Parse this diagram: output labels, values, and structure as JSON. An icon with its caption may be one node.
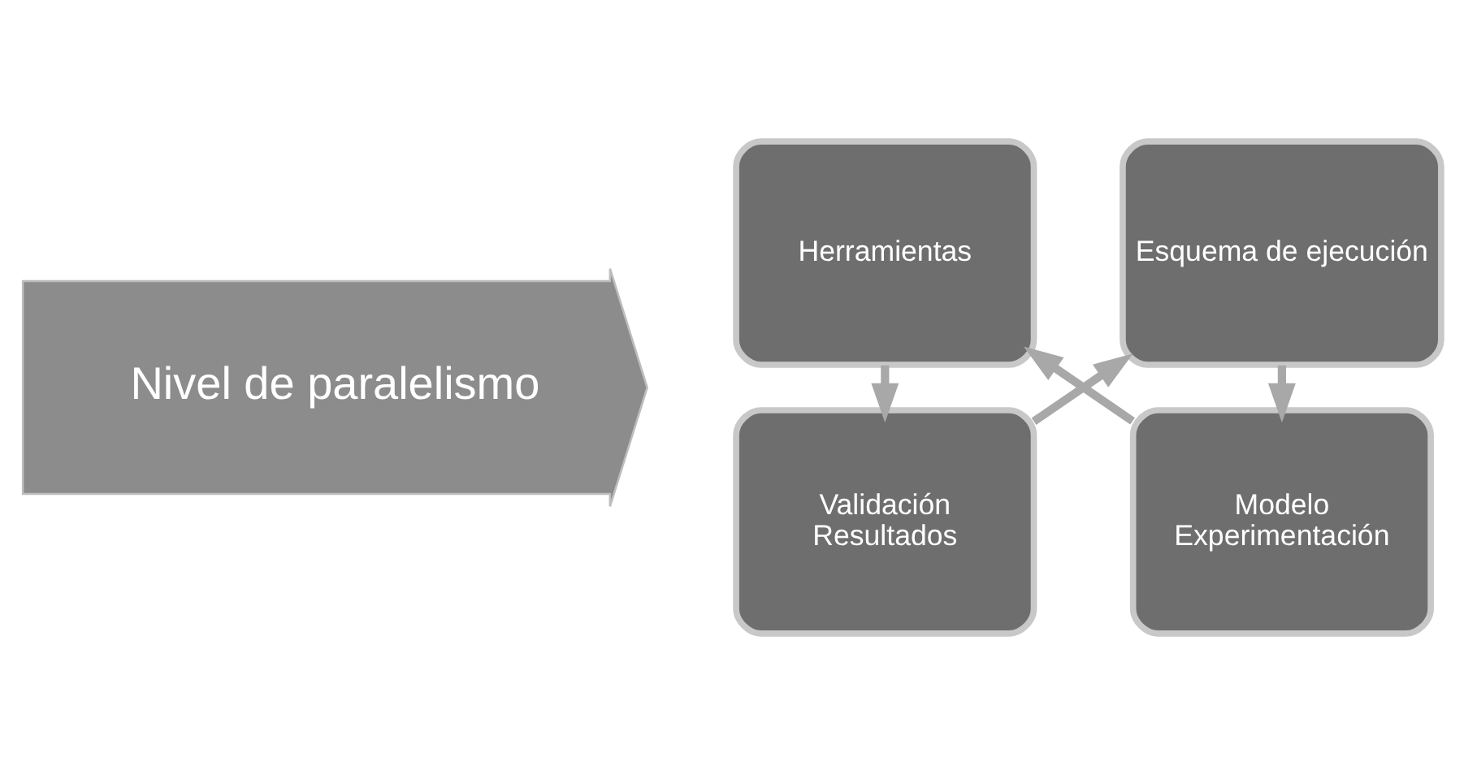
{
  "diagram": {
    "nodes": [
      {
        "text": [
          "Nivel de paralelismo"
        ]
      },
      {
        "text": [
          "Validación Resultados"
        ]
      },
      {
        "text": [
          "Esquema de ejecución"
        ]
      },
      {
        "text": [
          "Herramientas"
        ]
      },
      {
        "text": [
          "Modelo Experimentación"
        ]
      }
    ],
    "edges": [
      {
        "from": 1,
        "to": 2,
        "arrow": "to"
      },
      {
        "from": 2,
        "to": 4,
        "arrow": "to"
      },
      {
        "from": 4,
        "to": 3,
        "arrow": "to"
      },
      {
        "from": 3,
        "to": 1,
        "arrow": "to"
      }
    ]
  }
}
